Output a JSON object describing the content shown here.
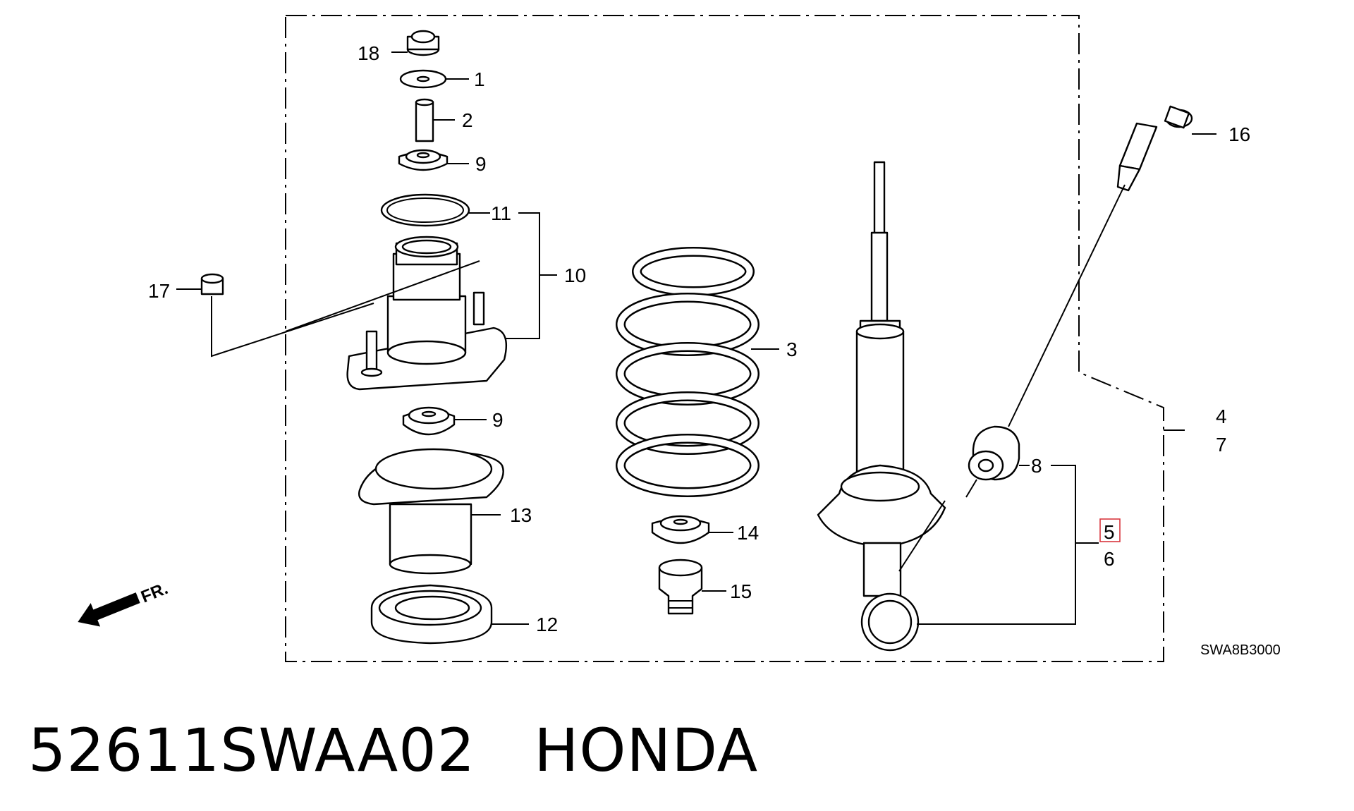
{
  "diagram": {
    "callouts": {
      "c1": "1",
      "c2": "2",
      "c3": "3",
      "c4": "4",
      "c5": "5",
      "c6": "6",
      "c7": "7",
      "c8": "8",
      "c9a": "9",
      "c9b": "9",
      "c10": "10",
      "c11": "11",
      "c12": "12",
      "c13": "13",
      "c14": "14",
      "c15": "15",
      "c16": "16",
      "c17": "17",
      "c18": "18"
    },
    "direction_label": "FR.",
    "drawing_code": "SWA8B3000",
    "highlight_color": "#d9363e"
  },
  "footer": {
    "part_number": "52611SWAA02",
    "brand": "HONDA"
  }
}
